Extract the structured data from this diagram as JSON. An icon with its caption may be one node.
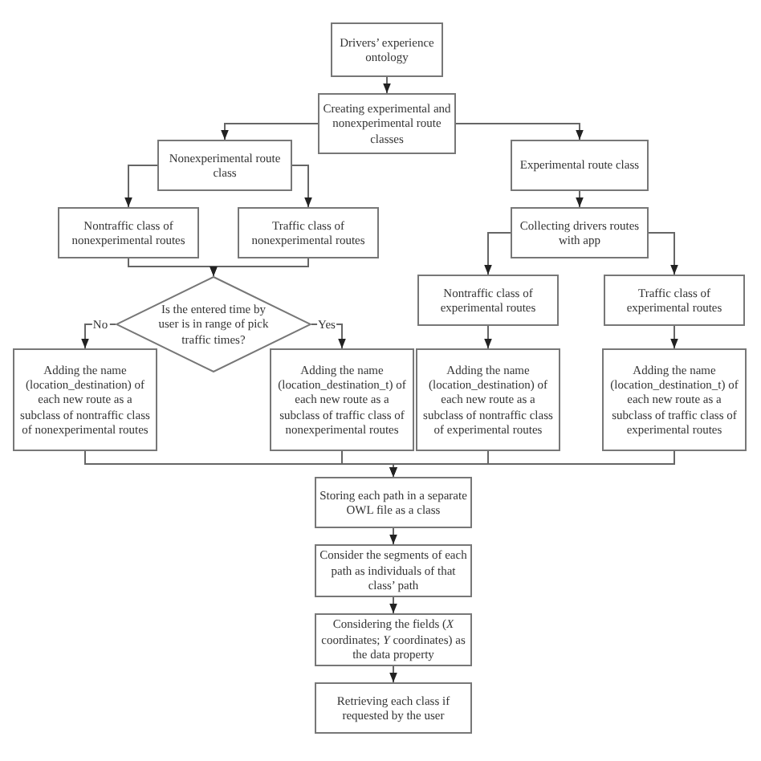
{
  "diagram": {
    "nodes": [
      {
        "text": [
          "Drivers’ experience ontology"
        ]
      },
      {
        "text": [
          "Creating experimental and nonexperimental route classes"
        ]
      },
      {
        "text": [
          "Nonexperimental route class"
        ]
      },
      {
        "text": [
          "Experimental route class"
        ]
      },
      {
        "text": [
          "Nontraffic class of nonexperimental routes"
        ]
      },
      {
        "text": [
          "Traffic class of nonexperimental routes"
        ]
      },
      {
        "text": [
          "Collecting drivers routes with app"
        ]
      },
      {
        "text": [
          "Is the entered time by user is in range of pick traffic times?"
        ]
      },
      {
        "text": [
          "Nontraffic class of experimental routes"
        ]
      },
      {
        "text": [
          "Traffic class of experimental routes"
        ]
      },
      {
        "text": [
          "Adding the name (location_destination) of each new route as a subclass of nontraffic class of nonexperimental routes"
        ]
      },
      {
        "text": [
          "Adding the name (location_destination_t) of each new route as a subclass of traffic class of nonexperimental routes"
        ]
      },
      {
        "text": [
          "Adding the name (location_destination) of each new route as a subclass of nontraffic class of experimental routes"
        ]
      },
      {
        "text": [
          "Adding the name (location_destination_t) of each new route as a subclass of traffic class of experimental routes"
        ]
      },
      {
        "text": [
          "Storing each path in a separate OWL file as a class"
        ]
      },
      {
        "text": [
          "Consider the segments of each path as individuals of that class’ path"
        ]
      },
      {
        "text": [
          "Considering the fields (*X* coordinates; *Y* coordinates) as the data property"
        ]
      },
      {
        "text": [
          "Retrieving each class if requested by the user"
        ]
      }
    ],
    "edges": [
      {
        "from": 0,
        "to": 1,
        "arrow": "to"
      },
      {
        "from": 1,
        "to": 2,
        "arrow": "to"
      },
      {
        "from": 1,
        "to": 3,
        "arrow": "to"
      },
      {
        "from": 2,
        "to": 4,
        "arrow": "to"
      },
      {
        "from": 2,
        "to": 5,
        "arrow": "to"
      },
      {
        "from": 4,
        "to": 7,
        "arrow": "to"
      },
      {
        "from": 5,
        "to": 7,
        "arrow": "to"
      },
      {
        "from": 7,
        "to": 10,
        "arrow": "to",
        "label": "No"
      },
      {
        "from": 7,
        "to": 11,
        "arrow": "to",
        "label": "Yes"
      },
      {
        "from": 3,
        "to": 6,
        "arrow": "to"
      },
      {
        "from": 6,
        "to": 8,
        "arrow": "to"
      },
      {
        "from": 6,
        "to": 9,
        "arrow": "to"
      },
      {
        "from": 8,
        "to": 12,
        "arrow": "to"
      },
      {
        "from": 9,
        "to": 13,
        "arrow": "to"
      },
      {
        "from": 10,
        "to": 14,
        "arrow": "to"
      },
      {
        "from": 11,
        "to": 14,
        "arrow": "to"
      },
      {
        "from": 12,
        "to": 14,
        "arrow": "to"
      },
      {
        "from": 13,
        "to": 14,
        "arrow": "to"
      },
      {
        "from": 14,
        "to": 15,
        "arrow": "to"
      },
      {
        "from": 15,
        "to": 16,
        "arrow": "to"
      },
      {
        "from": 16,
        "to": 17,
        "arrow": "to"
      }
    ]
  }
}
